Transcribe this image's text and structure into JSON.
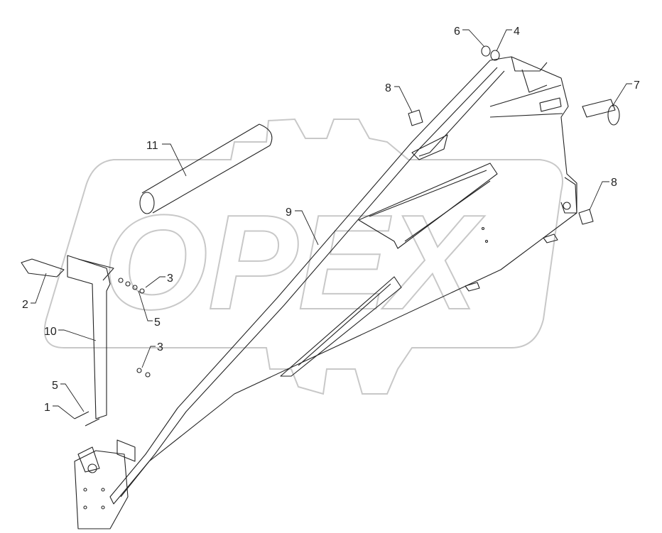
{
  "watermark": {
    "text": "OPEX"
  },
  "callouts": [
    {
      "id": "6",
      "label": "6"
    },
    {
      "id": "4",
      "label": "4"
    },
    {
      "id": "8a",
      "label": "8"
    },
    {
      "id": "7",
      "label": "7"
    },
    {
      "id": "11",
      "label": "11"
    },
    {
      "id": "9",
      "label": "9"
    },
    {
      "id": "8b",
      "label": "8"
    },
    {
      "id": "3a",
      "label": "3"
    },
    {
      "id": "2",
      "label": "2"
    },
    {
      "id": "5a",
      "label": "5"
    },
    {
      "id": "10",
      "label": "10"
    },
    {
      "id": "3b",
      "label": "3"
    },
    {
      "id": "5b",
      "label": "5"
    },
    {
      "id": "1",
      "label": "1"
    }
  ],
  "colors": {
    "line": "#222222",
    "watermark": "#c8c8c8"
  }
}
